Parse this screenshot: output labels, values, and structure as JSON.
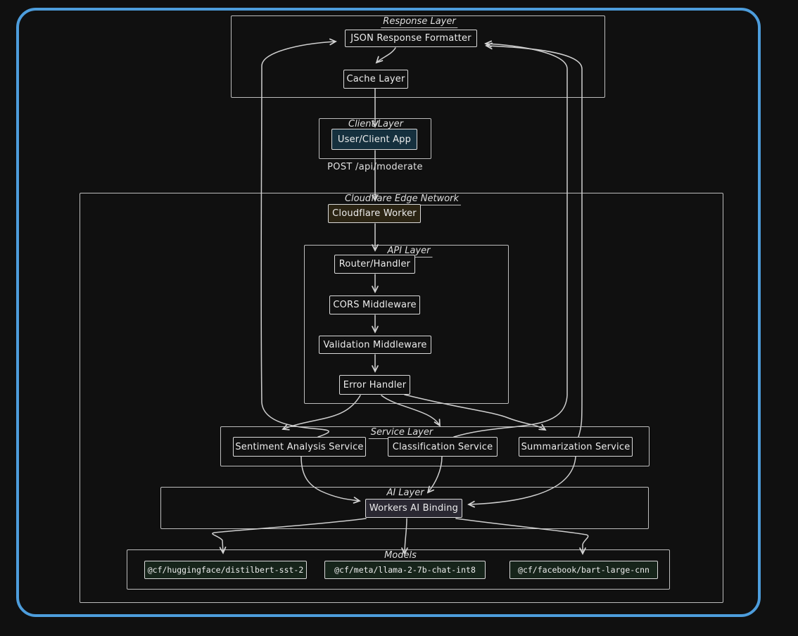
{
  "diagram": {
    "colors": {
      "frame_blue": "#4d9ddc",
      "background": "#101010",
      "box_stroke": "#d9d9d9",
      "group_stroke": "#bdbdbd",
      "text": "#e8e8e8",
      "user_app_fill": "#15303e",
      "worker_fill": "#2b2413",
      "ai_binding_fill": "#2a2832",
      "model_fill": "#16241a"
    },
    "groups": {
      "response": {
        "label": "Response Layer"
      },
      "client": {
        "label": "Client Layer"
      },
      "edge_network": {
        "label": "Cloudflare Edge Network"
      },
      "api": {
        "label": "API Layer"
      },
      "service": {
        "label": "Service Layer"
      },
      "ai": {
        "label": "AI Layer"
      },
      "models": {
        "label": "Models"
      }
    },
    "nodes": {
      "json_formatter": {
        "label": "JSON Response Formatter"
      },
      "cache": {
        "label": "Cache Layer"
      },
      "user_app": {
        "label": "User/Client App",
        "fill": "#15303e"
      },
      "worker": {
        "label": "Cloudflare Worker",
        "fill": "#2b2413"
      },
      "router": {
        "label": "Router/Handler"
      },
      "cors": {
        "label": "CORS Middleware"
      },
      "validation": {
        "label": "Validation Middleware"
      },
      "error_handler": {
        "label": "Error Handler"
      },
      "sentiment": {
        "label": "Sentiment Analysis Service"
      },
      "classification": {
        "label": "Classification Service"
      },
      "summarization": {
        "label": "Summarization Service"
      },
      "ai_binding": {
        "label": "Workers AI Binding",
        "fill": "#2a2832"
      },
      "model_distilbert": {
        "label": "@cf/huggingface/distilbert-sst-2",
        "fill": "#16241a"
      },
      "model_llama": {
        "label": "@cf/meta/llama-2-7b-chat-int8",
        "fill": "#16241a"
      },
      "model_bart": {
        "label": "@cf/facebook/bart-large-cnn",
        "fill": "#16241a"
      }
    },
    "edge_labels": {
      "post": "POST /api/moderate"
    },
    "edges": [
      {
        "from": "User/Client App",
        "to": "Cloudflare Worker",
        "label": "POST /api/moderate"
      },
      {
        "from": "Cloudflare Worker",
        "to": "Router/Handler"
      },
      {
        "from": "Router/Handler",
        "to": "CORS Middleware"
      },
      {
        "from": "CORS Middleware",
        "to": "Validation Middleware"
      },
      {
        "from": "Validation Middleware",
        "to": "Error Handler"
      },
      {
        "from": "Error Handler",
        "to": "Sentiment Analysis Service"
      },
      {
        "from": "Error Handler",
        "to": "Classification Service"
      },
      {
        "from": "Error Handler",
        "to": "Summarization Service"
      },
      {
        "from": "Sentiment Analysis Service",
        "to": "Workers AI Binding"
      },
      {
        "from": "Classification Service",
        "to": "Workers AI Binding"
      },
      {
        "from": "Summarization Service",
        "to": "Workers AI Binding"
      },
      {
        "from": "Workers AI Binding",
        "to": "@cf/huggingface/distilbert-sst-2"
      },
      {
        "from": "Workers AI Binding",
        "to": "@cf/meta/llama-2-7b-chat-int8"
      },
      {
        "from": "Workers AI Binding",
        "to": "@cf/facebook/bart-large-cnn"
      },
      {
        "from": "Sentiment Analysis Service",
        "to": "JSON Response Formatter"
      },
      {
        "from": "Classification Service",
        "to": "JSON Response Formatter"
      },
      {
        "from": "Summarization Service",
        "to": "JSON Response Formatter"
      },
      {
        "from": "JSON Response Formatter",
        "to": "Cache Layer"
      },
      {
        "from": "Cache Layer",
        "to": "User/Client App"
      }
    ]
  }
}
